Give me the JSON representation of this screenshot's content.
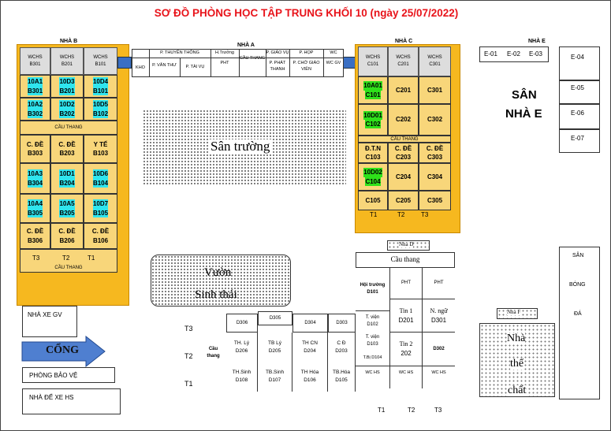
{
  "title": "SƠ ĐỒ PHÒNG HỌC TẬP TRUNG KHỐI 10 (ngày 25/07/2022)",
  "nha_b": {
    "label": "NHÀ B",
    "wchs": [
      [
        "WCHS",
        "B301"
      ],
      [
        "WCHS",
        "B201"
      ],
      [
        "WCHS",
        "B101"
      ]
    ],
    "rows": [
      [
        [
          "10A1",
          "B301"
        ],
        [
          "10D3",
          "B201"
        ],
        [
          "10D4",
          "B101"
        ]
      ],
      [
        [
          "10A2",
          "B302"
        ],
        [
          "10D2",
          "B202"
        ],
        [
          "10D5",
          "B102"
        ]
      ],
      [
        [
          "C. ĐỀ",
          "B303"
        ],
        [
          "C. ĐỀ",
          "B203"
        ],
        [
          "Y TẾ",
          "B103"
        ]
      ],
      [
        [
          "10A3",
          "B304"
        ],
        [
          "10D1",
          "B204"
        ],
        [
          "10D6",
          "B104"
        ]
      ],
      [
        [
          "10A4",
          "B305"
        ],
        [
          "10A5",
          "B205"
        ],
        [
          "10D7",
          "B105"
        ]
      ],
      [
        [
          "C. ĐỀ",
          "B306"
        ],
        [
          "C. ĐỀ",
          "B206"
        ],
        [
          "C. ĐỀ",
          "B106"
        ]
      ]
    ],
    "stairs1": "CẦU THANG",
    "stairs2": "CẦU THANG",
    "t": [
      "T3",
      "T2",
      "T1"
    ]
  },
  "nha_a": {
    "label": "NHÀ A",
    "rooms": [
      "KHO",
      "P. THUYỀN THÔNG",
      "P. VĂN THƯ",
      "P. TÀI VỤ",
      "H.Trưởng",
      "PHT",
      "CẦU THANG",
      "P. GIÁO VỤ",
      "P. PHÁT THANH",
      "P. HỌP",
      "P. CHỜ GIÁO VIÊN",
      "WC",
      "WC GV"
    ]
  },
  "nha_c": {
    "label": "NHÀ C",
    "wchs": [
      [
        "WCHS",
        "C101"
      ],
      [
        "WCHS",
        "C201"
      ],
      [
        "WCHS",
        "C301"
      ]
    ],
    "rows": [
      [
        [
          "10A01",
          "C101"
        ],
        [
          "C201"
        ],
        [
          "C301"
        ]
      ],
      [
        [
          "10D01",
          "C102"
        ],
        [
          "C202"
        ],
        [
          "C302"
        ]
      ],
      [
        [
          "Đ.T.N",
          "C103"
        ],
        [
          "C. ĐỀ",
          "C203"
        ],
        [
          "C. ĐỀ",
          "C303"
        ]
      ],
      [
        [
          "10D02",
          "C104"
        ],
        [
          "C204"
        ],
        [
          "C304"
        ]
      ],
      [
        [
          "C105"
        ],
        [
          "C205"
        ],
        [
          "C305"
        ]
      ]
    ],
    "stairs": "CẦU THANG",
    "t": [
      "T1",
      "T2",
      "T3"
    ]
  },
  "nha_e": {
    "label": "NHÀ E",
    "top": [
      "E-01",
      "E-02",
      "E-03"
    ],
    "side": [
      "E-04",
      "E-05",
      "E-06",
      "E-07"
    ],
    "san_line1": "SÂN",
    "san_line2": "NHÀ E"
  },
  "san_truong": "Sân trường",
  "vuon_line1": "Vườn",
  "vuon_line2": "Sinh thái",
  "nha_xe_gv": "NHÀ XE GV",
  "cong": "CỔNG",
  "phong_bao_ve": "PHÒNG BẢO VỆ",
  "nha_de_xe_hs": "NHÀ ĐỂ XE HS",
  "nha_d": {
    "label": "Nhà D",
    "stairs": "Cầu thang",
    "hoi_truong": [
      "Hội trường",
      "D101"
    ],
    "pht1": "PHT",
    "pht2": "PHT",
    "t_vien1": [
      "T. viện",
      "D102"
    ],
    "t_vien2": [
      "T. viện",
      "D103"
    ],
    "tbi": "T.Bị D104",
    "tin1": [
      "Tin 1",
      "D201"
    ],
    "tin2": [
      "Tin 2",
      "202"
    ],
    "nngu": [
      "N. ngữ",
      "D301"
    ],
    "d302": "D302",
    "wc": [
      "WC HS",
      "WC HS",
      "WC HS"
    ],
    "t": [
      "T1",
      "T2",
      "T3"
    ]
  },
  "block_d2": {
    "t": [
      "T3",
      "T2",
      "T1"
    ],
    "cau_thang": [
      "Cầu",
      "thang"
    ],
    "top": [
      "D306",
      "D305",
      "D304",
      "D303"
    ],
    "mid": [
      [
        "TH. Lý",
        "D206"
      ],
      [
        "TB Lý",
        "D205"
      ],
      [
        "TH CN",
        "D204"
      ],
      [
        "C Đ",
        "D203"
      ]
    ],
    "bot": [
      [
        "TH.Sinh",
        "D108"
      ],
      [
        "TB.Sinh",
        "D107"
      ],
      [
        "TH Hóa",
        "D106"
      ],
      [
        "TB.Hóa",
        "D105"
      ]
    ]
  },
  "san_bong_da": [
    "SÂN",
    "BÓNG",
    "ĐÁ"
  ],
  "nha_f": "Nhà F",
  "nha_the_chat": [
    "Nhà",
    "thể",
    "chất"
  ]
}
